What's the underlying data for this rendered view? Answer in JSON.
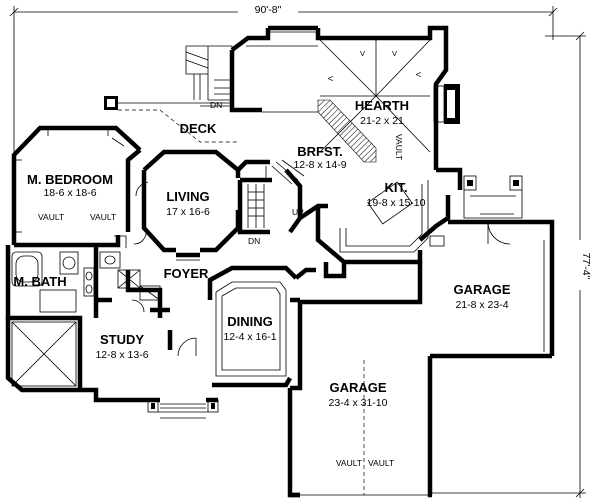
{
  "dimensions": {
    "overall_width": "90'-8\"",
    "overall_depth": "77'-4\""
  },
  "rooms": {
    "hearth": {
      "name": "HEARTH",
      "size": "21-2 x 21"
    },
    "brfst": {
      "name": "BRFST.",
      "size": "12-8 x 14-9"
    },
    "kit": {
      "name": "KIT.",
      "size": "19-8 x 15-10"
    },
    "deck": {
      "name": "DECK"
    },
    "m_bedroom": {
      "name": "M. BEDROOM",
      "size": "18-6 x 18-6"
    },
    "living": {
      "name": "LIVING",
      "size": "17 x 16-6"
    },
    "foyer": {
      "name": "FOYER"
    },
    "m_bath": {
      "name": "M. BATH"
    },
    "study": {
      "name": "STUDY",
      "size": "12-8 x 13-6"
    },
    "dining": {
      "name": "DINING",
      "size": "12-4 x 16-1"
    },
    "garage_small": {
      "name": "GARAGE",
      "size": "21-8 x 23-4"
    },
    "garage_large": {
      "name": "GARAGE",
      "size": "23-4 x 31-10"
    }
  },
  "annotations": {
    "vault": "VAULT",
    "dn": "DN",
    "up": "UP",
    "v": "V"
  }
}
